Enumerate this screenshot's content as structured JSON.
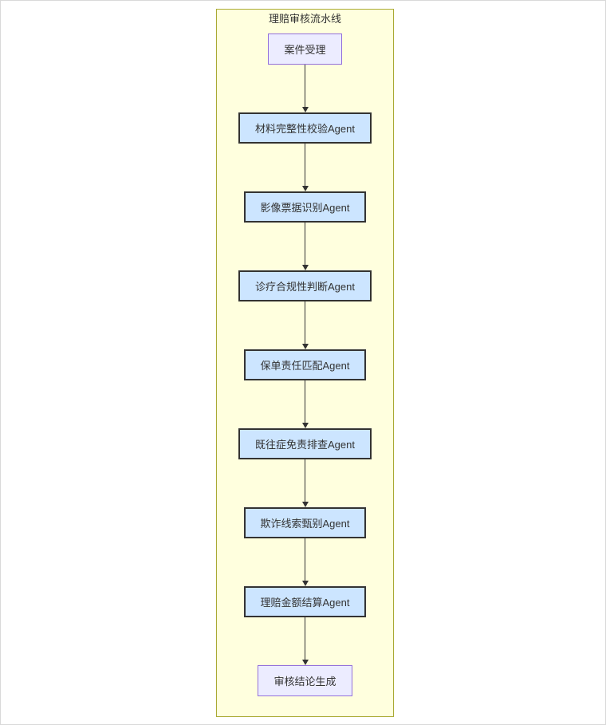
{
  "diagram": {
    "type": "flowchart",
    "direction": "top-down",
    "title": "理赔审核流水线",
    "nodes": [
      {
        "id": "case-intake",
        "label": "案件受理",
        "kind": "terminal"
      },
      {
        "id": "material-check-agent",
        "label": "材料完整性校验Agent",
        "kind": "agent"
      },
      {
        "id": "image-receipt-ocr-agent",
        "label": "影像票据识别Agent",
        "kind": "agent"
      },
      {
        "id": "treatment-compliance-agent",
        "label": "诊疗合规性判断Agent",
        "kind": "agent"
      },
      {
        "id": "policy-liability-agent",
        "label": "保单责任匹配Agent",
        "kind": "agent"
      },
      {
        "id": "preexisting-exclusion-agent",
        "label": "既往症免责排查Agent",
        "kind": "agent"
      },
      {
        "id": "fraud-screening-agent",
        "label": "欺诈线索甄别Agent",
        "kind": "agent"
      },
      {
        "id": "claim-settlement-agent",
        "label": "理赔金额结算Agent",
        "kind": "agent"
      },
      {
        "id": "review-conclusion",
        "label": "审核结论生成",
        "kind": "terminal"
      }
    ],
    "edges": [
      {
        "from": "case-intake",
        "to": "material-check-agent"
      },
      {
        "from": "material-check-agent",
        "to": "image-receipt-ocr-agent"
      },
      {
        "from": "image-receipt-ocr-agent",
        "to": "treatment-compliance-agent"
      },
      {
        "from": "treatment-compliance-agent",
        "to": "policy-liability-agent"
      },
      {
        "from": "policy-liability-agent",
        "to": "preexisting-exclusion-agent"
      },
      {
        "from": "preexisting-exclusion-agent",
        "to": "fraud-screening-agent"
      },
      {
        "from": "fraud-screening-agent",
        "to": "claim-settlement-agent"
      },
      {
        "from": "claim-settlement-agent",
        "to": "review-conclusion"
      }
    ],
    "colors": {
      "cluster_fill": "#ffffde",
      "cluster_border": "#aaaa33",
      "terminal_fill": "#ececff",
      "terminal_border": "#9370db",
      "agent_fill": "#cce5ff",
      "agent_border": "#333333",
      "edge": "#333333",
      "text": "#333333"
    }
  }
}
